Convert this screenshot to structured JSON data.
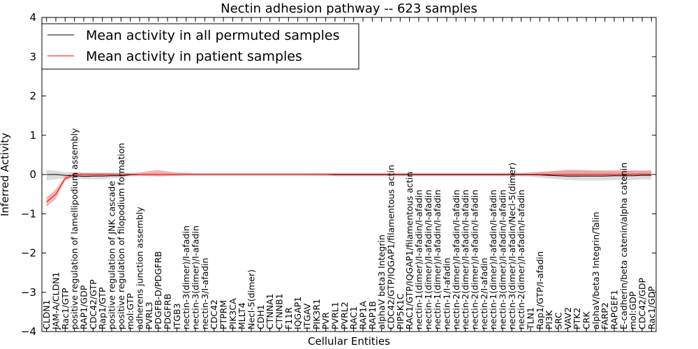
{
  "chart_data": {
    "type": "line",
    "title": "Nectin adhesion pathway -- 623 samples",
    "xlabel": "Cellular Entities",
    "ylabel": "Inferred Activity",
    "ylim": [
      -4,
      4
    ],
    "yticks": [
      -4,
      -3,
      -2,
      -1,
      0,
      1,
      2,
      3,
      4
    ],
    "ytick_labels": [
      "−4",
      "−3",
      "−2",
      "−1",
      "0",
      "1",
      "2",
      "3",
      "4"
    ],
    "grid": false,
    "legend_position": "top-left",
    "categories": [
      "CLDN1",
      "JAM-A/CLDN1",
      "Rac1/GTP",
      "positive regulation of lamellipodium assembly",
      "RAP1/GDP",
      "CDC42/GTP",
      "Rap1/GTP",
      "positive regulation of JNK cascade",
      "positive regulation of filopodium formation",
      "mol:GTP",
      "adherens junction assembly",
      "PVRL3",
      "PDGFB-D/PDGFRB",
      "PDGFRB",
      "ITGB3",
      "nectin-3(dimer)/I-afadin",
      "nectin-3(dimer)/I-afadin",
      "nectin-3/I-afadin",
      "CDC42",
      "PTPRM",
      "PIK3CA",
      "MLLT4",
      "Necl-5(dimer)",
      "CDH1",
      "CTNNA1",
      "CTNNB1",
      "F11R",
      "IQGAP1",
      "ITGAV",
      "PIK3R1",
      "PVR",
      "PVRL1",
      "PVRL2",
      "RAC1",
      "RAP1A",
      "RAP1B",
      "alphaV beta3 Integrin",
      "CDC42/GTP/IQGAP1/filamentous actin",
      "PIP5K1C",
      "RAC1/GTP/IQGAP1/filamentous actin",
      "nectin-1(dimer)/I-afadin/I-afadin",
      "nectin-1(dimer)/I-afadin/I-afadin",
      "nectin-1(dimer)/I-afadin/I-afadin",
      "nectin-1/I-afadin",
      "nectin-2(dimer)/I-afadin/I-afadin",
      "nectin-2(dimer)/I-afadin/I-afadin",
      "nectin-2(dimer)/I-afadin/I-afadin",
      "nectin-2/I-afadin",
      "nectin-1(dimer)/I-afadin/I-afadin",
      "nectin-3(dimer)/I-afadin/I-afadin",
      "nectin-3(dimer)/I-afadin/Necl-5(dimer)",
      "nectin-2(dimer)/I-afadin/I-afadin",
      "TLN1",
      "Rap1/GTP/I-afadin",
      "PI3K",
      "SRC",
      "VAV2",
      "PTK2",
      "CRK",
      "alphaV/beta3 Integrin/Talin",
      "FARP2",
      "RAPGEF1",
      "E-cadherin/beta catenin/alpha catenin",
      "mol:GDP",
      "CDC42/GDP",
      "Rac1/GDP"
    ],
    "series": [
      {
        "name": "Mean activity in all permuted samples",
        "color": "#000000",
        "band_color": "#bfbfbf",
        "values": [
          0.0,
          0.0,
          -0.02,
          -0.03,
          -0.05,
          -0.04,
          -0.04,
          -0.03,
          -0.03,
          -0.01,
          0.0,
          0.0,
          0.0,
          0.0,
          0.0,
          0.0,
          0.0,
          0.0,
          0.0,
          0.0,
          0.0,
          0.0,
          0.0,
          0.0,
          0.0,
          0.0,
          0.0,
          0.0,
          0.0,
          0.0,
          0.0,
          -0.01,
          -0.01,
          -0.01,
          -0.01,
          -0.01,
          -0.01,
          -0.01,
          -0.01,
          -0.01,
          -0.01,
          -0.01,
          -0.01,
          -0.01,
          -0.01,
          -0.01,
          -0.01,
          -0.01,
          -0.01,
          -0.01,
          -0.01,
          -0.01,
          -0.01,
          -0.01,
          -0.02,
          -0.03,
          -0.04,
          -0.04,
          -0.04,
          -0.04,
          -0.04,
          -0.03,
          -0.03,
          -0.03,
          -0.02,
          -0.02
        ],
        "lower": [
          -0.15,
          -0.12,
          -0.1,
          -0.1,
          -0.12,
          -0.12,
          -0.12,
          -0.1,
          -0.08,
          -0.05,
          -0.04,
          -0.03,
          -0.03,
          -0.03,
          -0.04,
          -0.03,
          -0.03,
          -0.03,
          -0.03,
          -0.03,
          -0.03,
          -0.03,
          -0.03,
          -0.03,
          -0.03,
          -0.03,
          -0.03,
          -0.03,
          -0.03,
          -0.04,
          -0.04,
          -0.05,
          -0.05,
          -0.05,
          -0.05,
          -0.05,
          -0.05,
          -0.05,
          -0.05,
          -0.05,
          -0.05,
          -0.05,
          -0.05,
          -0.05,
          -0.05,
          -0.05,
          -0.05,
          -0.05,
          -0.05,
          -0.05,
          -0.05,
          -0.05,
          -0.06,
          -0.08,
          -0.1,
          -0.12,
          -0.14,
          -0.15,
          -0.15,
          -0.15,
          -0.15,
          -0.14,
          -0.14,
          -0.14,
          -0.13,
          -0.13
        ],
        "upper": [
          0.12,
          0.1,
          0.06,
          0.06,
          0.05,
          0.05,
          0.05,
          0.05,
          0.05,
          0.04,
          0.03,
          0.03,
          0.03,
          0.03,
          0.04,
          0.04,
          0.03,
          0.03,
          0.03,
          0.03,
          0.03,
          0.03,
          0.03,
          0.03,
          0.03,
          0.03,
          0.03,
          0.03,
          0.03,
          0.04,
          0.04,
          0.04,
          0.04,
          0.04,
          0.04,
          0.04,
          0.04,
          0.04,
          0.04,
          0.04,
          0.04,
          0.04,
          0.04,
          0.04,
          0.04,
          0.04,
          0.04,
          0.04,
          0.04,
          0.04,
          0.05,
          0.05,
          0.06,
          0.07,
          0.08,
          0.09,
          0.1,
          0.1,
          0.1,
          0.1,
          0.1,
          0.1,
          0.1,
          0.1,
          0.1,
          0.1
        ]
      },
      {
        "name": "Mean activity in patient samples",
        "color": "#ff0000",
        "band_color": "#f08080",
        "values": [
          -0.7,
          -0.5,
          -0.1,
          0.0,
          0.0,
          0.0,
          0.0,
          0.0,
          0.0,
          0.0,
          0.0,
          0.0,
          0.0,
          0.0,
          0.0,
          0.0,
          0.0,
          0.0,
          0.0,
          0.0,
          0.0,
          0.0,
          0.0,
          0.0,
          0.0,
          0.0,
          0.0,
          0.0,
          0.0,
          0.0,
          0.0,
          0.0,
          0.0,
          0.0,
          0.0,
          0.0,
          0.0,
          0.0,
          0.0,
          0.0,
          0.0,
          0.0,
          0.0,
          0.0,
          0.0,
          0.0,
          0.0,
          0.0,
          0.0,
          0.0,
          0.0,
          0.0,
          0.0,
          0.0,
          0.0,
          0.0,
          0.0,
          0.0,
          0.0,
          0.0,
          0.0,
          0.0,
          0.01,
          0.01,
          0.01,
          0.01
        ],
        "lower": [
          -0.82,
          -0.62,
          -0.16,
          -0.05,
          -0.04,
          -0.04,
          -0.04,
          -0.04,
          -0.03,
          -0.02,
          -0.03,
          -0.04,
          -0.05,
          -0.04,
          -0.03,
          -0.02,
          -0.02,
          -0.02,
          -0.02,
          -0.02,
          -0.02,
          -0.02,
          -0.02,
          -0.02,
          -0.02,
          -0.02,
          -0.02,
          -0.02,
          -0.02,
          -0.02,
          -0.02,
          -0.02,
          -0.02,
          -0.02,
          -0.02,
          -0.02,
          -0.02,
          -0.02,
          -0.02,
          -0.02,
          -0.02,
          -0.02,
          -0.02,
          -0.02,
          -0.02,
          -0.02,
          -0.02,
          -0.02,
          -0.02,
          -0.02,
          -0.02,
          -0.02,
          -0.02,
          -0.03,
          -0.04,
          -0.05,
          -0.06,
          -0.06,
          -0.05,
          -0.05,
          -0.05,
          -0.04,
          -0.04,
          -0.04,
          -0.04,
          -0.04
        ],
        "upper": [
          -0.58,
          -0.38,
          -0.04,
          0.05,
          0.04,
          0.04,
          0.04,
          0.04,
          0.03,
          0.03,
          0.05,
          0.09,
          0.11,
          0.08,
          0.05,
          0.04,
          0.03,
          0.03,
          0.03,
          0.03,
          0.03,
          0.03,
          0.03,
          0.03,
          0.03,
          0.03,
          0.03,
          0.03,
          0.03,
          0.03,
          0.03,
          0.03,
          0.03,
          0.03,
          0.03,
          0.03,
          0.03,
          0.03,
          0.03,
          0.03,
          0.03,
          0.03,
          0.03,
          0.03,
          0.03,
          0.03,
          0.03,
          0.03,
          0.03,
          0.03,
          0.03,
          0.03,
          0.04,
          0.06,
          0.08,
          0.1,
          0.12,
          0.12,
          0.11,
          0.1,
          0.1,
          0.1,
          0.1,
          0.1,
          0.1,
          0.1
        ]
      }
    ]
  }
}
